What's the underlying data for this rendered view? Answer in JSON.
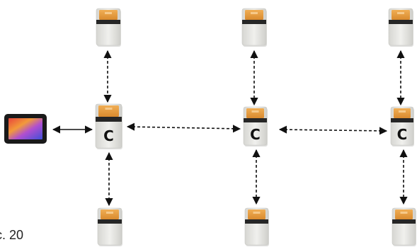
{
  "caption": "c. 20",
  "colors": {
    "device_body": "#e9e9e6",
    "device_shadow": "#bdbdb9",
    "device_band": "#262626",
    "device_orange": "#e39a3c",
    "arrow": "#111111"
  },
  "controller_label": "C",
  "devices": [
    {
      "role": "sensor",
      "name": "device-top-left"
    },
    {
      "role": "sensor",
      "name": "device-top-middle"
    },
    {
      "role": "sensor",
      "name": "device-top-right"
    },
    {
      "role": "controller",
      "name": "controller-left"
    },
    {
      "role": "controller",
      "name": "controller-middle"
    },
    {
      "role": "controller",
      "name": "controller-right"
    },
    {
      "role": "sensor",
      "name": "device-bottom-left"
    },
    {
      "role": "sensor",
      "name": "device-bottom-middle"
    },
    {
      "role": "sensor",
      "name": "device-bottom-right"
    }
  ],
  "tablet": {
    "name": "tablet-device",
    "icon": "tablet-icon"
  }
}
